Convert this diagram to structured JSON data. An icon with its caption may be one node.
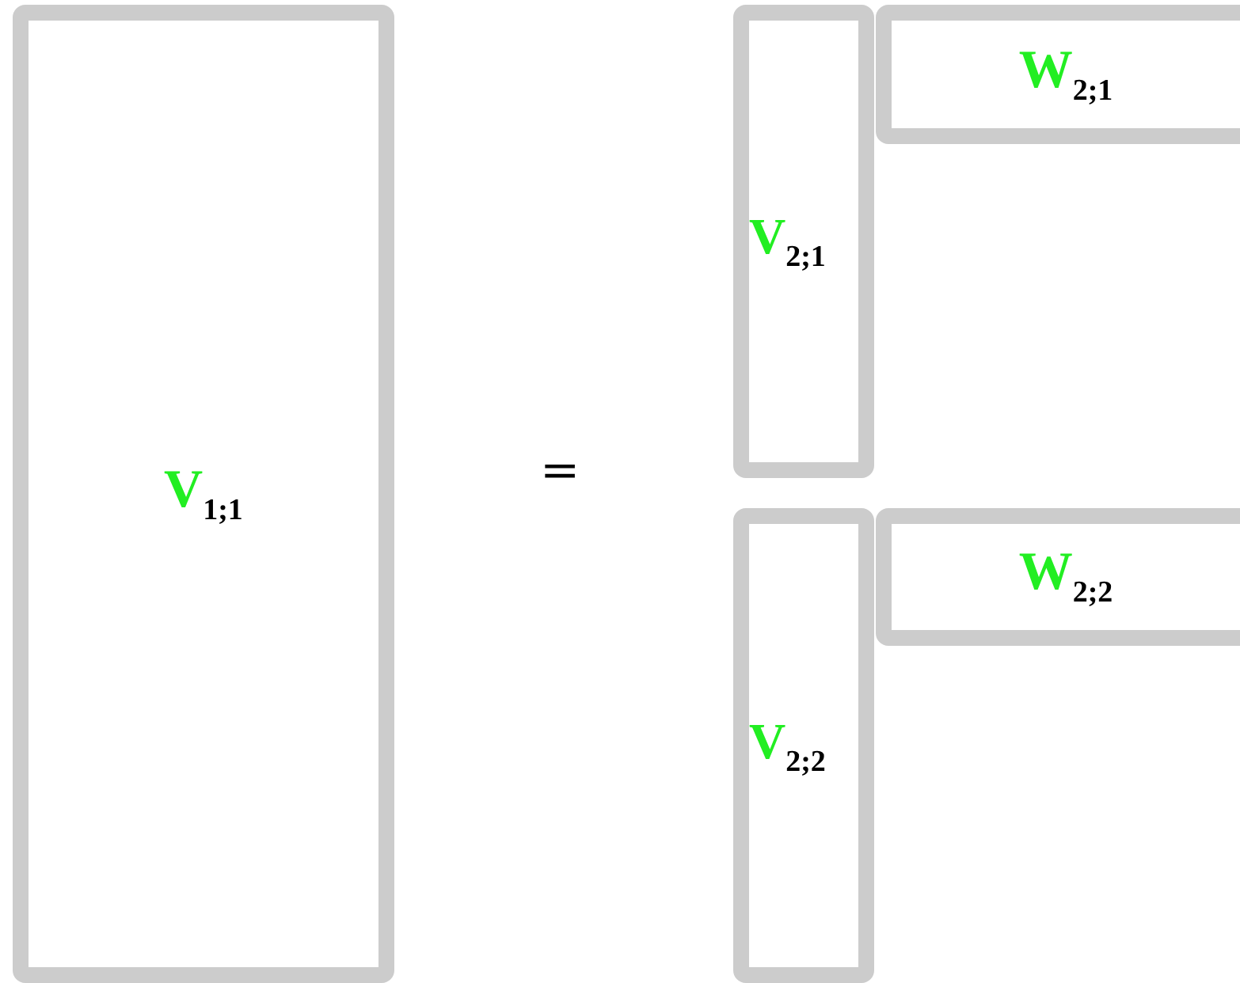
{
  "diagram": {
    "nodes": [
      {
        "text": [
          "V$_{1;1}$"
        ]
      },
      {
        "text": [
          "V$_{2;1}$"
        ]
      },
      {
        "text": [
          "W$_{2;1}$"
        ]
      },
      {
        "text": [
          "V$_{2;2}$"
        ]
      },
      {
        "text": [
          "W$_{2;2}$"
        ]
      }
    ],
    "labels": [
      "="
    ]
  }
}
